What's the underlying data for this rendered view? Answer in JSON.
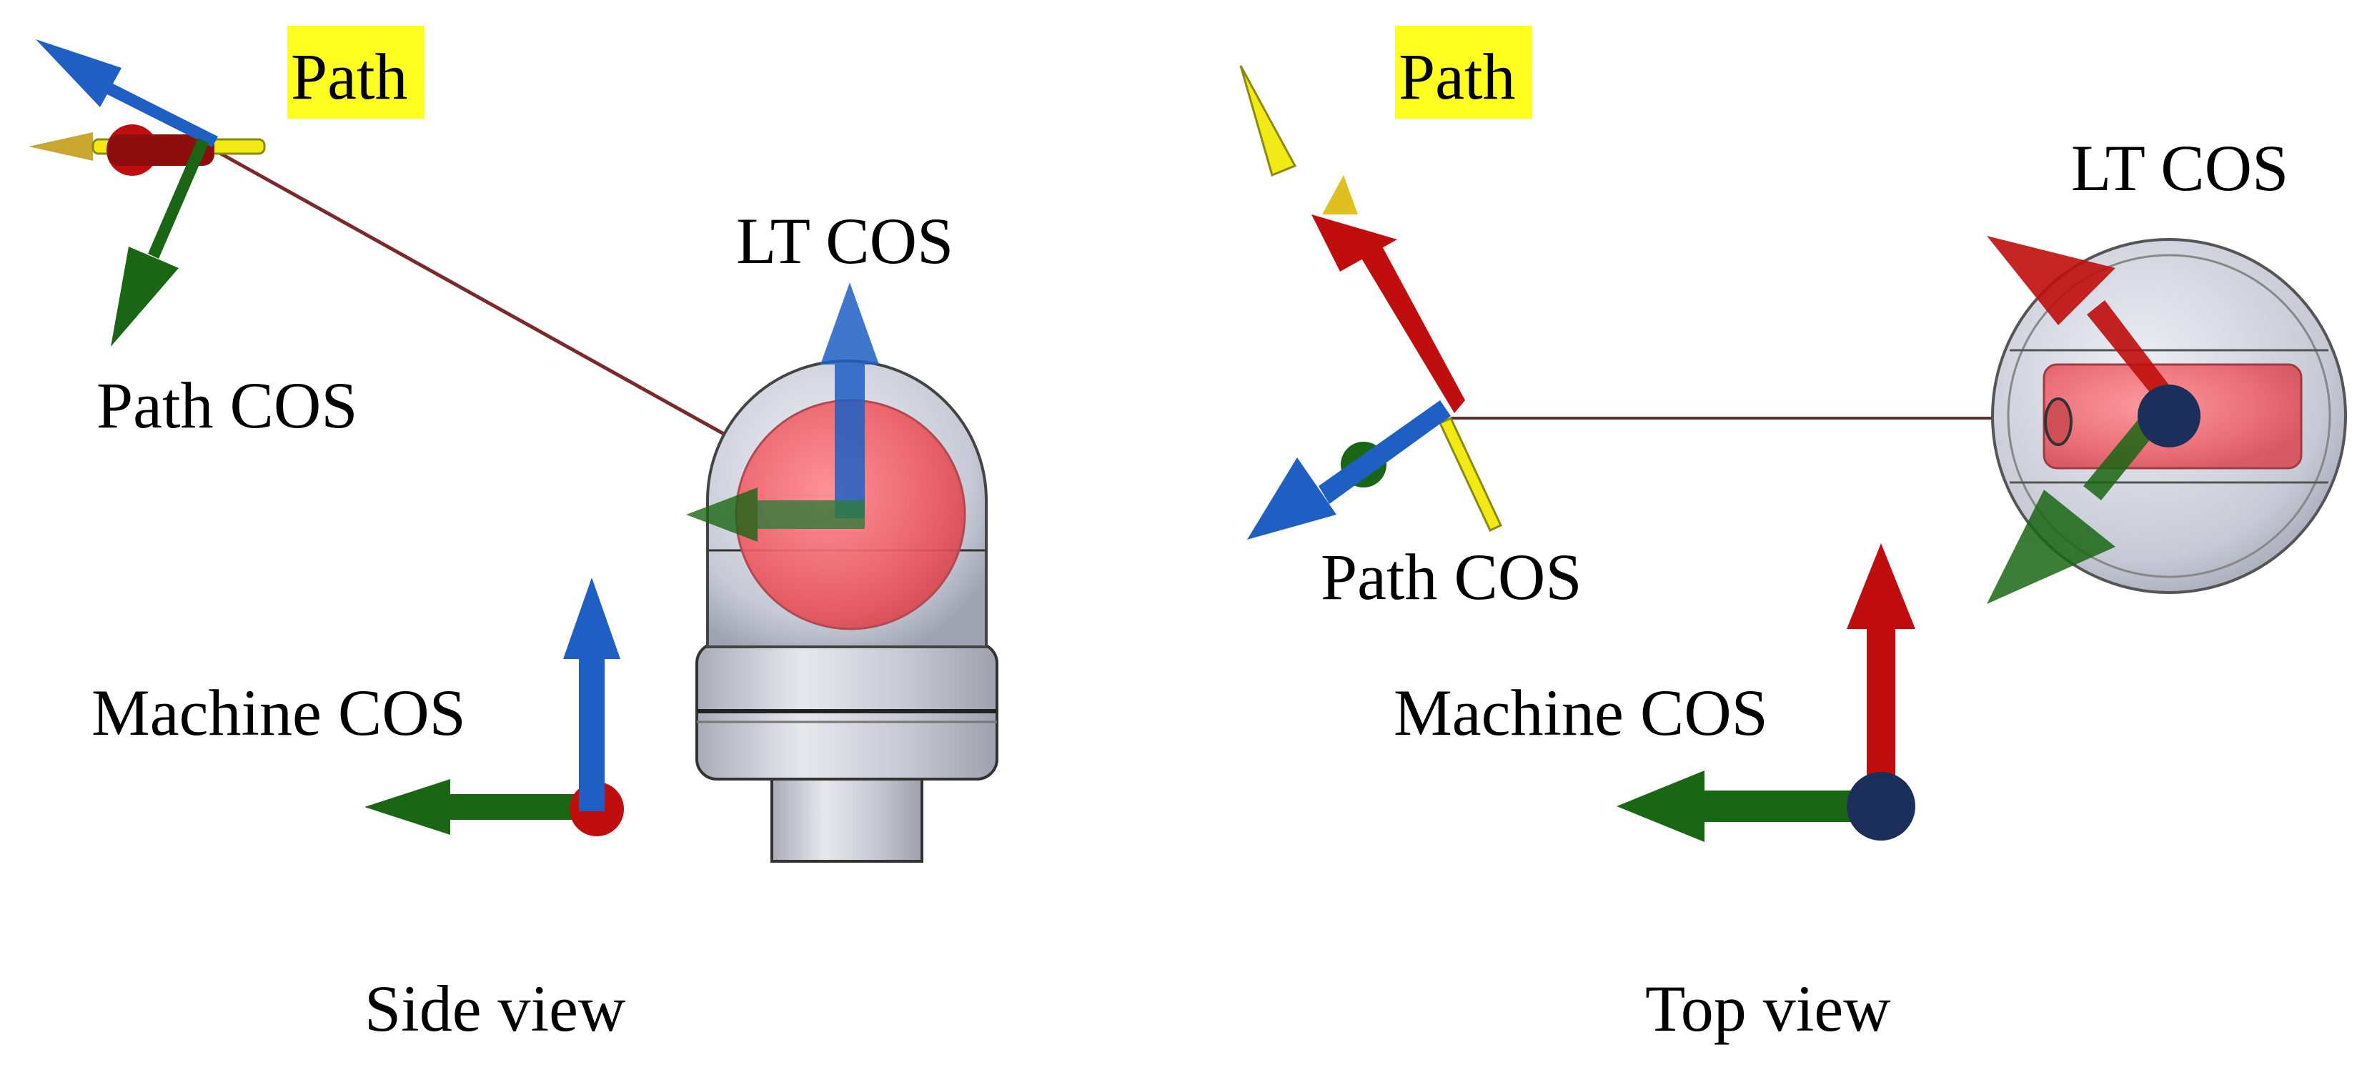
{
  "side_view": {
    "caption": "Side view",
    "path_label": "Path",
    "path_cos_label": "Path COS",
    "lt_cos_label": "LT COS",
    "machine_cos_label": "Machine COS"
  },
  "top_view": {
    "caption": "Top view",
    "path_label": "Path",
    "path_cos_label": "Path COS",
    "lt_cos_label": "LT COS",
    "machine_cos_label": "Machine COS"
  },
  "colors": {
    "x_axis": "#c00d0d",
    "y_axis": "#1a6614",
    "z_axis": "#1f5fc4",
    "path_axis": "#f2ea14",
    "highlight": "#ffff22",
    "origin_dark": "#1b2f5a",
    "body_gray": "#c9ccd6",
    "sphere_red": "#f06a72"
  },
  "icons": {
    "axis_arrow": "arrow-icon",
    "origin_marker": "circle-icon"
  }
}
